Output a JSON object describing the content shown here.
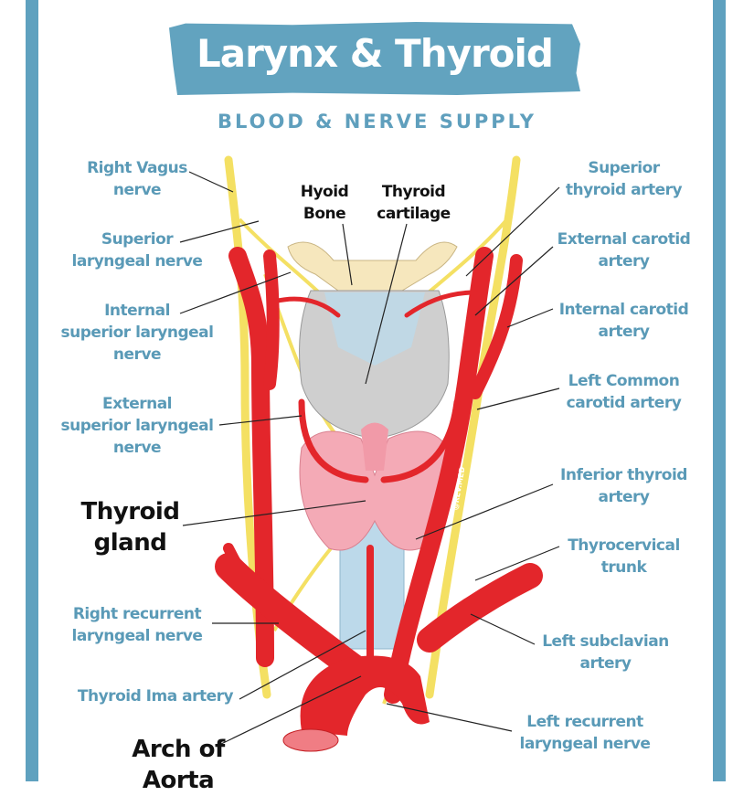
{
  "header": {
    "title": "Larynx & Thyroid",
    "subtitle": "BLOOD & NERVE SUPPLY"
  },
  "labels_left": [
    "Right Vagus\nnerve",
    "Superior\nlaryngeal nerve",
    "Internal\nsuperior laryngeal\nnerve",
    "External\nsuperior laryngeal\nnerve",
    "Thyroid\ngland",
    "Right recurrent\nlaryngeal nerve",
    "Thyroid Ima artery",
    "Arch of\nAorta"
  ],
  "labels_right": [
    "Superior\nthyroid artery",
    "External carotid\nartery",
    "Internal carotid\nartery",
    "Left Common\ncarotid artery",
    "Inferior thyroid\nartery",
    "Thyrocervical\ntrunk",
    "Left subclavian\nartery",
    "Left recurrent\nlaryngeal nerve"
  ],
  "labels_center": [
    "Hyoid\nBone",
    "Thyroid\ncartilage"
  ],
  "watermark": "@REV.MED",
  "colors": {
    "accent": "#5fa1bf",
    "artery": "#e3262b",
    "nerve": "#f4e063",
    "thyroid": "#f4aab6",
    "cartilage": "#cfcfcf",
    "trachea": "#bcd9ea",
    "hyoid": "#f6e7bd"
  }
}
